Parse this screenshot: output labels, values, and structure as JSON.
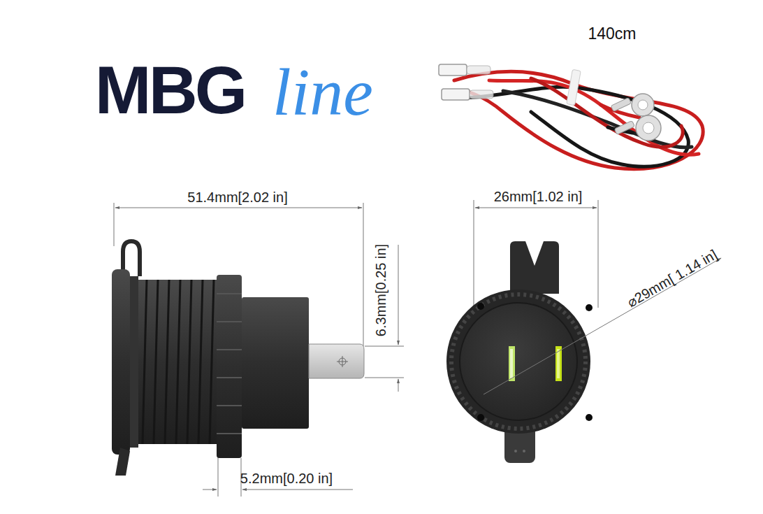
{
  "diagram": {
    "labels": [
      "MBG",
      "line",
      "140cm",
      "51.4mm[2.02 in]",
      "6.3mm[0.25 in]",
      "5.2mm[0.20 in]",
      "26mm[1.02 in]",
      "⌀29mm[ 1.14 in]"
    ]
  }
}
